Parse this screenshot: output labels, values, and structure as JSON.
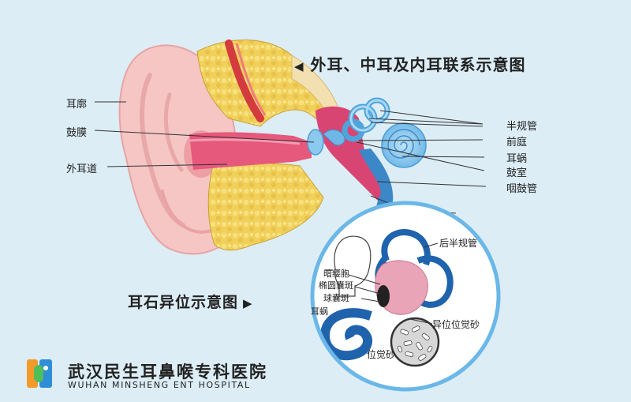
{
  "titles": {
    "main": "外耳、中耳及内耳联系示意图",
    "otolith": "耳石异位示意图"
  },
  "labels_left": {
    "auricle": "耳廓",
    "eardrum": "鼓膜",
    "ear_canal": "外耳道"
  },
  "labels_right": {
    "semicircular": "半规管",
    "vestibule": "前庭",
    "cochlea": "耳蜗",
    "tympanic_cavity": "鼓室",
    "eustachian": "咽鼓管"
  },
  "inset_labels": {
    "posterior_canal": "后半规管",
    "ampulla": "暗缨胞",
    "utricle_macula": "椭圆囊斑",
    "saccule_macula": "球囊斑",
    "cochlea": "耳蜗",
    "displaced_otolith": "异位位觉砂",
    "otolith": "位觉砂"
  },
  "logo": {
    "name_cn": "武汉民生耳鼻喉专科医院",
    "name_en": "WUHAN MINSHENG ENT HOSPITAL"
  },
  "colors": {
    "background": "#dcedf6",
    "skin": "#f5c6c4",
    "fat": "#f1d05a",
    "canal": "#e6587c",
    "inner_ear": "#8cc9ee",
    "eustachian": "#3c87c8",
    "inset_border": "#6ab7e8"
  }
}
